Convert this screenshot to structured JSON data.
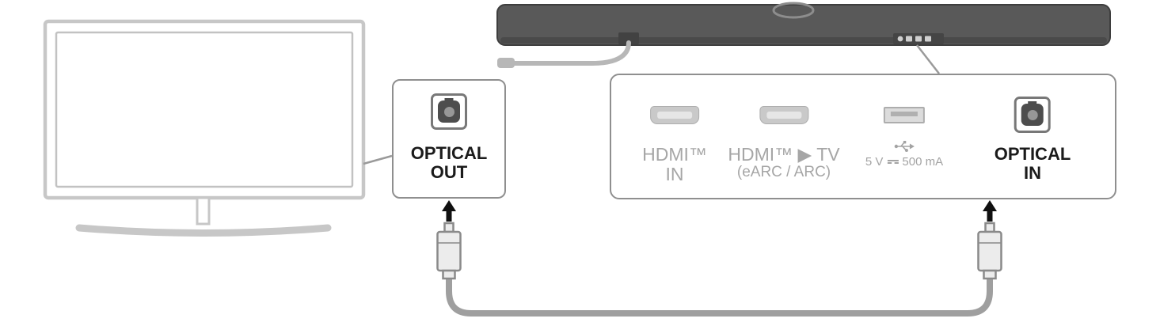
{
  "diagram": {
    "optical_out": {
      "line1": "OPTICAL",
      "line2": "OUT"
    },
    "ports": {
      "hdmi_in": {
        "line1": "HDMI™",
        "line2": "IN"
      },
      "hdmi_tv": {
        "line1": "HDMI™ ▶ TV",
        "line2": "(eARC / ARC)"
      },
      "usb": {
        "volts": "5 V",
        "current": "500 mA"
      },
      "optical_in": {
        "line1": "OPTICAL",
        "line2": "IN"
      }
    },
    "colors": {
      "active_port_dark": "#4d4d4d",
      "inactive_label_gray": "#a6a6a6",
      "callout_border_gray": "#8f8f8f",
      "cable_gray": "#9f9f9f",
      "soundbar_gray": "#595959",
      "tv_outline_gray": "#c7c7c7",
      "arrow_black": "#101010"
    },
    "icons": {
      "optical_port": "square-socket-with-round-hole",
      "hdmi_port": "hdmi-socket",
      "usb_port": "usb-a-socket",
      "usb_symbol": "usb-trident",
      "dc_symbol": "solid-over-dashed-line",
      "arrow": "up-arrow"
    }
  }
}
